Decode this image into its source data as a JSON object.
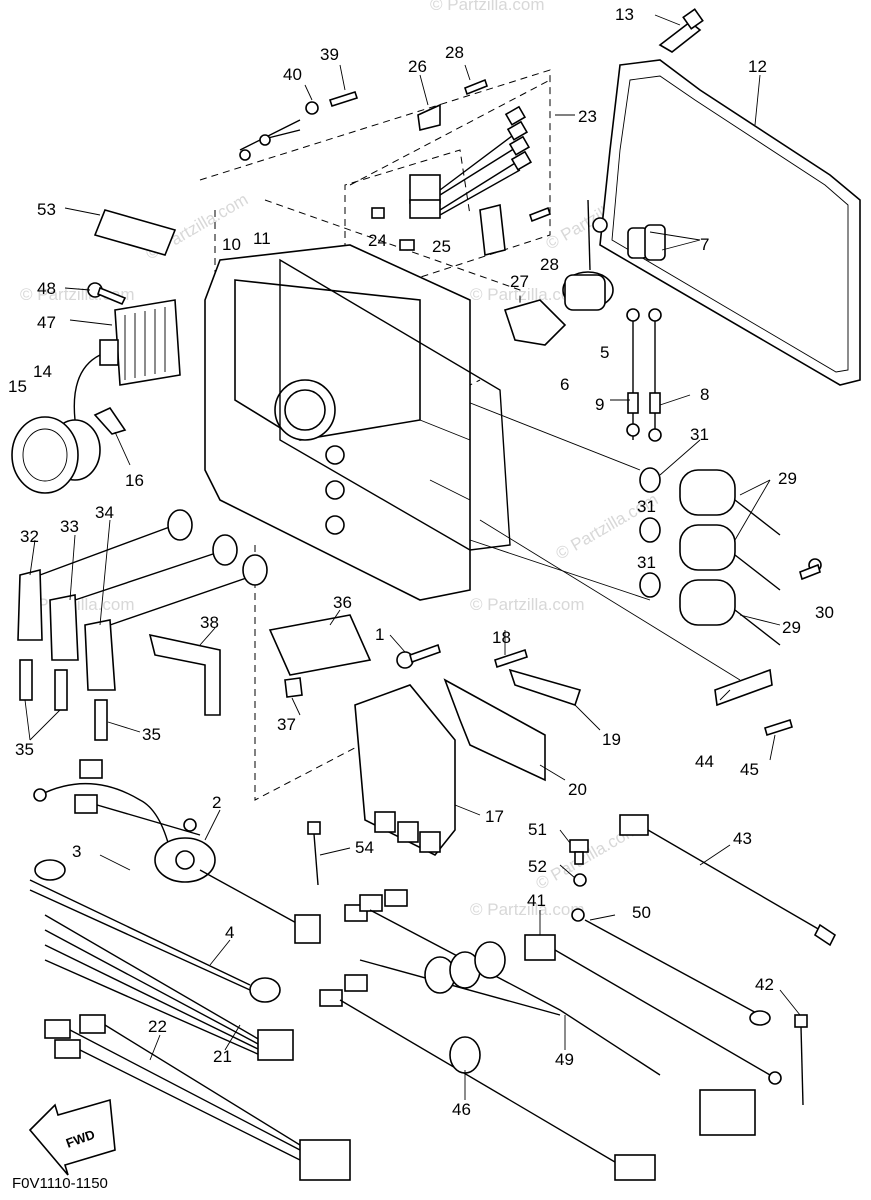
{
  "diagram_code": "F0V1110-1150",
  "fwd_label": "FWD",
  "watermark_text": "© Partzilla.com",
  "callouts": [
    "1",
    "2",
    "3",
    "4",
    "5",
    "6",
    "7",
    "8",
    "9",
    "10",
    "11",
    "12",
    "13",
    "14",
    "15",
    "16",
    "17",
    "18",
    "19",
    "20",
    "21",
    "22",
    "23",
    "24",
    "25",
    "26",
    "27",
    "28",
    "29",
    "30",
    "31",
    "32",
    "33",
    "34",
    "35",
    "36",
    "37",
    "38",
    "39",
    "40",
    "41",
    "42",
    "43",
    "44",
    "45",
    "46",
    "47",
    "48",
    "49",
    "50",
    "51",
    "52",
    "53",
    "54"
  ],
  "duplicate_callouts": {
    "28": "28",
    "29": "29",
    "31a": "31",
    "31b": "31",
    "35": "35"
  },
  "line_color": "#000000",
  "watermark_color": "#d8d8d8"
}
